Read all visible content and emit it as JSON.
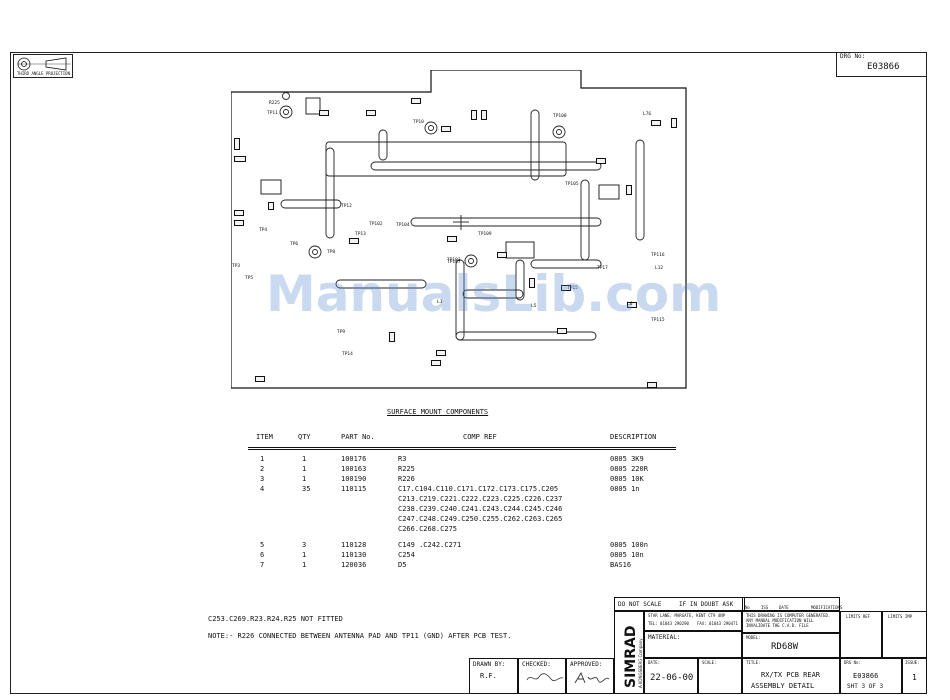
{
  "drawing_number_label": "DRG No:",
  "drawing_number": "E03866",
  "projection_caption": "THIRD ANGLE PROJECTION",
  "pcb_labels": [
    "R225",
    "TP11",
    "TP10",
    "TP100",
    "L76",
    "TP102",
    "TP103",
    "TP104",
    "TP105",
    "TP12",
    "TP13",
    "TP6",
    "TP8",
    "TP4",
    "TP3",
    "TP5",
    "TP9",
    "TP14",
    "TP15",
    "TP17",
    "TP115",
    "TP116",
    "L1",
    "L5",
    "L6",
    "TP107",
    "TP109",
    "L12"
  ],
  "section_title": "SURFACE MOUNT COMPONENTS",
  "table": {
    "headers": {
      "item": "ITEM",
      "qty": "QTY",
      "part": "PART No.",
      "ref": "COMP REF",
      "desc": "DESCRIPTION"
    },
    "rows": [
      {
        "item": "1",
        "qty": "1",
        "part": "100176",
        "ref": [
          "R3"
        ],
        "desc": "0805 3K9"
      },
      {
        "item": "2",
        "qty": "1",
        "part": "100163",
        "ref": [
          "R225"
        ],
        "desc": "0805 220R"
      },
      {
        "item": "3",
        "qty": "1",
        "part": "100190",
        "ref": [
          "R226"
        ],
        "desc": "0805 10K"
      },
      {
        "item": "4",
        "qty": "35",
        "part": "110115",
        "ref": [
          "C17.C104.C110.C171.C172.C173.C175.C205",
          "C213.C219.C221.C222.C223.C225.C226.C237",
          "C238.C239.C240.C241.C243.C244.C245.C246",
          "C247.C248.C249.C250.C255.C262.C263.C265",
          "C266.C268.C275"
        ],
        "desc": "0805 1n"
      },
      {
        "item": "5",
        "qty": "3",
        "part": "110128",
        "ref": [
          "C149 .C242.C271"
        ],
        "desc": "0805 100n"
      },
      {
        "item": "6",
        "qty": "1",
        "part": "110130",
        "ref": [
          "C254"
        ],
        "desc": "0805 10n"
      },
      {
        "item": "7",
        "qty": "1",
        "part": "120036",
        "ref": [
          "D5"
        ],
        "desc": "BAS16"
      }
    ]
  },
  "notes": {
    "not_fitted": "C253.C269.R23.R24.R25 NOT FITTED",
    "note": "NOTE:- R226 CONNECTED BETWEEN ANTENNA PAD AND TP11 (GND) AFTER PCB TEST."
  },
  "title_block": {
    "do_not_scale": "DO NOT SCALE",
    "if_in_doubt": "IF IN DOUBT ASK",
    "company": "SIMRAD",
    "company_sub": "A KONGSBERG Company",
    "address": "STAR LANE, MARGATE, KENT CT9 4NP",
    "tel": "TEL: 01843 290290",
    "fax": "FAX: 01843 290471",
    "computer_note": "THIS DRAWING IS COMPUTER GENERATED. ANY MANUAL MODIFICATION WILL INVALIDATE THE C.A.D. FILE",
    "limits_ref_label": "LIMITS REF",
    "limits_imp_label": "LIMITS IMP",
    "material_label": "MATERIAL:",
    "model_label": "MODEL:",
    "model": "RD68W",
    "date_label": "DATE:",
    "date": "22-06-00",
    "scale_label": "SCALE:",
    "title_label": "TITLE:",
    "title_line1": "RX/TX PCB REAR",
    "title_line2": "ASSEMBLY DETAIL",
    "drg_label": "DRG No:",
    "drg": "E03866",
    "sheet": "SHT 3 OF 3",
    "issue_label": "ISSUE:",
    "issue": "1",
    "drawn_by_label": "DRAWN BY:",
    "drawn_by": "R.F.",
    "checked_label": "CHECKED:",
    "approved_label": "APPROVED:",
    "mod_no": "No",
    "mod_iss": "ISS",
    "mod_date": "DATE",
    "modifications": "MODIFICATIONS"
  }
}
